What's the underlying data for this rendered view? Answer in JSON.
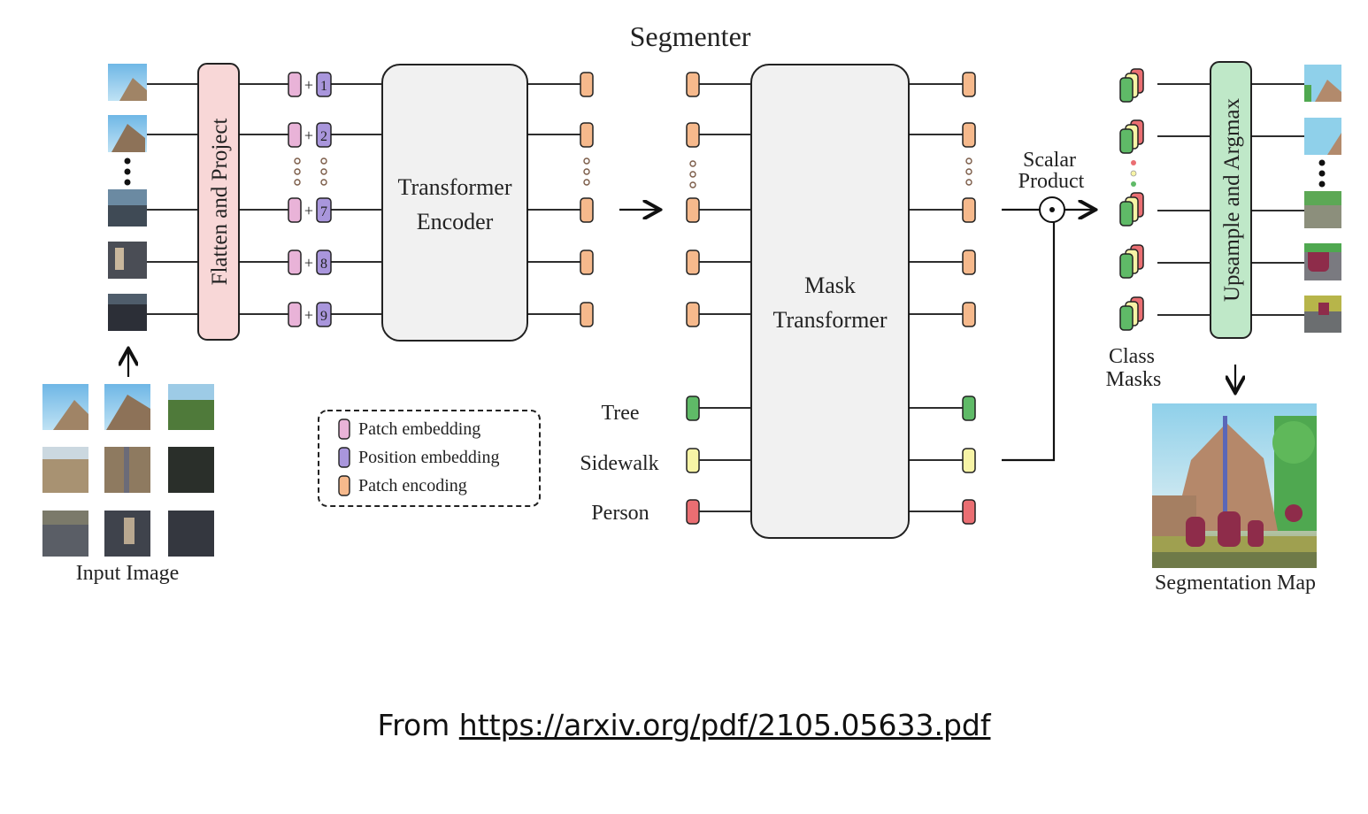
{
  "title": "Segmenter",
  "blocks": {
    "flatten": "Flatten and Project",
    "encoder_line1": "Transformer",
    "encoder_line2": "Encoder",
    "mask_line1": "Mask",
    "mask_line2": "Transformer",
    "upsample": "Upsample and Argmax"
  },
  "position_labels": [
    "1",
    "2",
    "7",
    "8",
    "9"
  ],
  "plus_sign": "+",
  "classes": [
    "Tree",
    "Sidewalk",
    "Person"
  ],
  "scalar_product": [
    "Scalar",
    "Product"
  ],
  "class_masks": [
    "Class",
    "Masks"
  ],
  "legend": [
    "Patch embedding",
    "Position embedding",
    "Patch encoding"
  ],
  "captions": {
    "input_image": "Input Image",
    "segmentation_map": "Segmentation Map"
  },
  "colors": {
    "patch_embedding": "#e9b3d8",
    "position_embedding": "#a996dc",
    "patch_encoding": "#f6b98c",
    "tree": "#5fba67",
    "sidewalk": "#f7f4a6",
    "person": "#ea6e72",
    "flatten_block": "#f8d7d7",
    "upsample_block": "#bfe8c8",
    "transformer_block": "#f1f1f1"
  },
  "footer": {
    "prefix": "From",
    "link": "https://arxiv.org/pdf/2105.05633.pdf"
  }
}
